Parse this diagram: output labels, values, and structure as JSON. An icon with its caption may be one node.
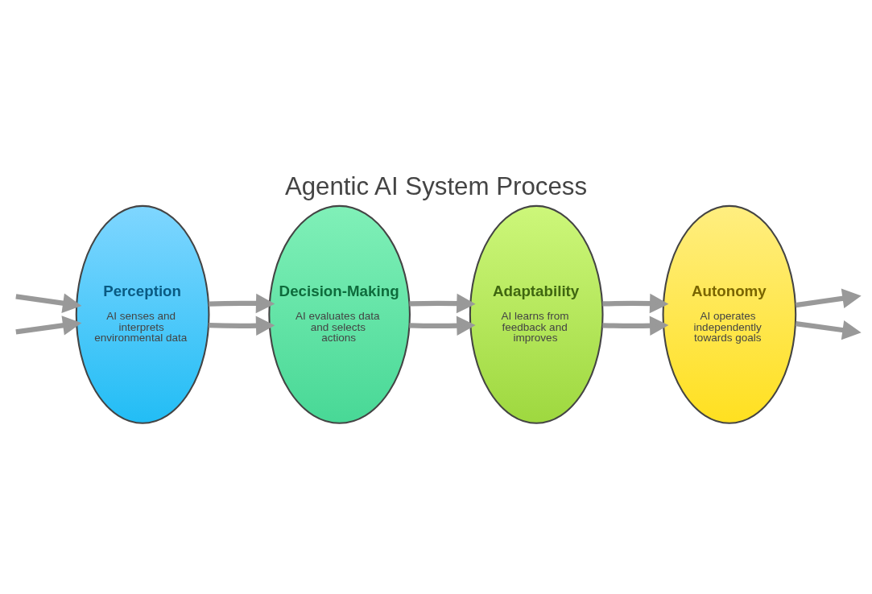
{
  "diagram": {
    "title": "Agentic AI System Process",
    "nodes": [
      {
        "text": [
          "Perception",
          "AI senses and interprets environmental data"
        ]
      },
      {
        "text": [
          "Decision-Making",
          "AI evaluates data and selects actions"
        ]
      },
      {
        "text": [
          "Adaptability",
          "AI learns from feedback and improves"
        ]
      },
      {
        "text": [
          "Autonomy",
          "AI operates independently towards goals"
        ]
      }
    ],
    "edges": [
      {
        "from": null,
        "to": 0,
        "arrow": "to"
      },
      {
        "from": null,
        "to": 0,
        "arrow": "to"
      },
      {
        "from": 0,
        "to": 1,
        "arrow": "to"
      },
      {
        "from": 0,
        "to": 1,
        "arrow": "to"
      },
      {
        "from": 1,
        "to": 2,
        "arrow": "to"
      },
      {
        "from": 1,
        "to": 2,
        "arrow": "to"
      },
      {
        "from": 2,
        "to": 3,
        "arrow": "to"
      },
      {
        "from": 2,
        "to": 3,
        "arrow": "to"
      },
      {
        "from": 3,
        "to": null,
        "arrow": "to"
      },
      {
        "from": 3,
        "to": null,
        "arrow": "to"
      }
    ]
  }
}
